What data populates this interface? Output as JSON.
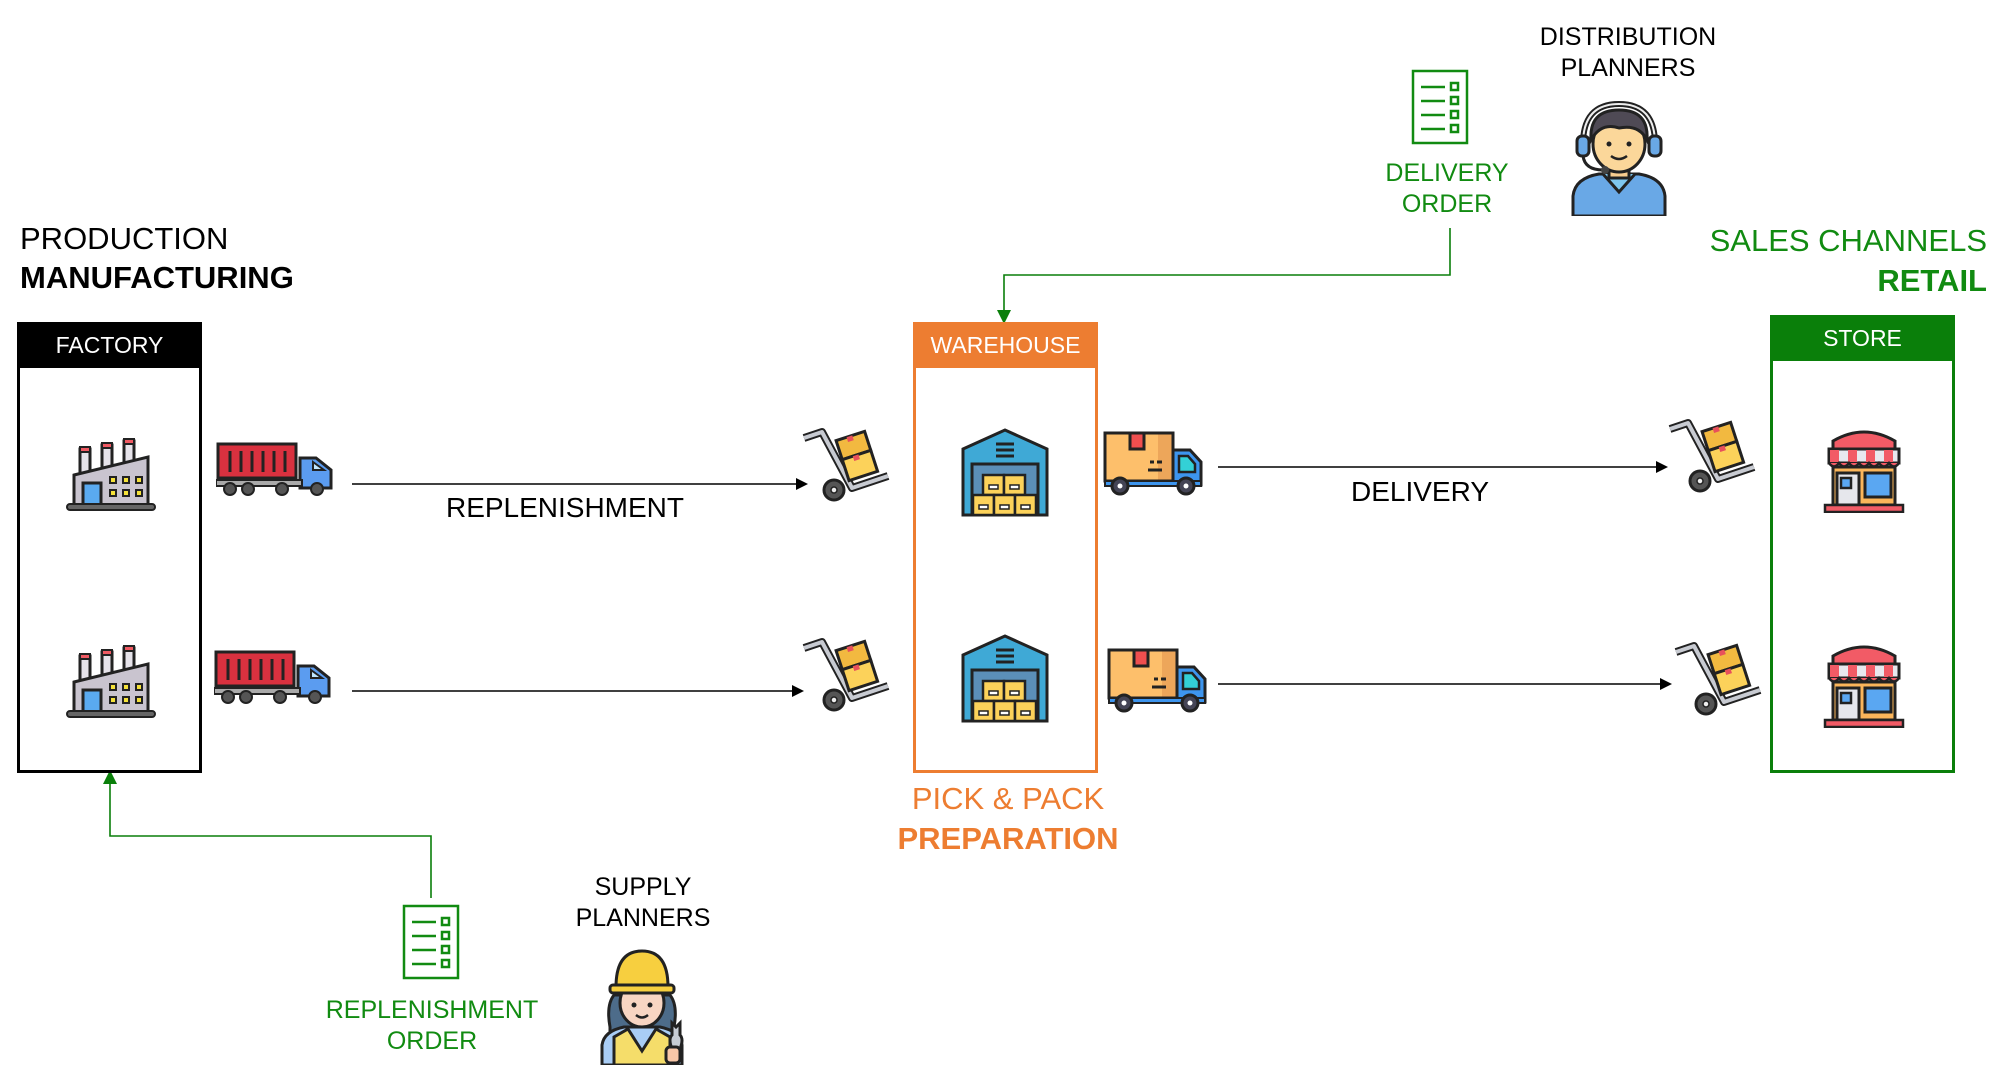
{
  "colors": {
    "factory": "#000000",
    "warehouse": "#ed7d31",
    "store": "#0a7f0a",
    "order_flow": "#118b11",
    "material_flow": "#000000"
  },
  "stages": {
    "production": {
      "line1": "PRODUCTION",
      "line2": "MANUFACTURING"
    },
    "pick_pack": {
      "line1": "PICK & PACK",
      "line2": "PREPARATION"
    },
    "sales": {
      "line1": "SALES CHANNELS",
      "line2": "RETAIL"
    }
  },
  "boxes": {
    "factory": {
      "header": "FACTORY",
      "icon": "factory-icon",
      "count": 2
    },
    "warehouse": {
      "header": "WAREHOUSE",
      "icon": "warehouse-icon",
      "count": 2
    },
    "store": {
      "header": "STORE",
      "icon": "store-icon",
      "count": 2
    }
  },
  "flows": {
    "replenishment": {
      "label": "REPLENISHMENT",
      "vehicle": "container-truck-icon",
      "receiver": "hand-truck-icon"
    },
    "delivery": {
      "label": "DELIVERY",
      "vehicle": "delivery-truck-icon",
      "receiver": "hand-truck-icon"
    }
  },
  "orders": {
    "replenishment_order": {
      "line1": "REPLENISHMENT",
      "line2": "ORDER",
      "icon": "checklist-icon"
    },
    "delivery_order": {
      "line1": "DELIVERY",
      "line2": "ORDER",
      "icon": "checklist-icon"
    }
  },
  "actors": {
    "supply_planners": {
      "line1": "SUPPLY",
      "line2": "PLANNERS",
      "icon": "worker-avatar-icon"
    },
    "distribution_planners": {
      "line1": "DISTRIBUTION",
      "line2": "PLANNERS",
      "icon": "headset-agent-avatar-icon"
    }
  }
}
